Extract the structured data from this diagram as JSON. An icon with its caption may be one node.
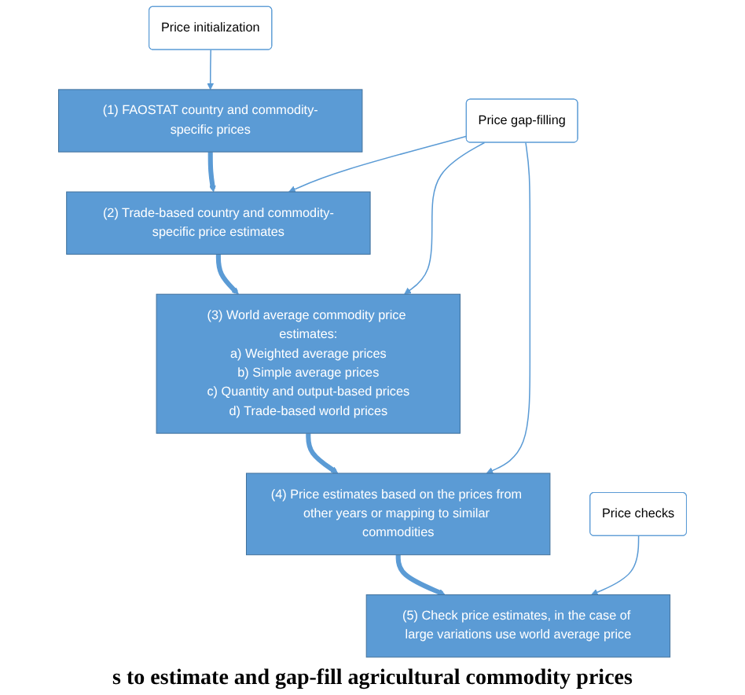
{
  "diagram": {
    "caption": "s to estimate and gap-fill agricultural commodity prices",
    "nodes": [
      {
        "text": [
          "(1) FAOSTAT country and commodity-specific prices"
        ]
      },
      {
        "text": [
          "(2) Trade-based country and commodity-specific price estimates"
        ]
      },
      {
        "text": [
          "(3) World average commodity price estimates:",
          "a) Weighted average prices",
          "b) Simple average prices",
          "c) Quantity and output-based prices",
          "d) Trade-based world prices"
        ]
      },
      {
        "text": [
          "(4) Price estimates based on the prices from other years or mapping to similar commodities"
        ]
      },
      {
        "text": [
          "(5) Check price estimates, in the case of large variations use world average price"
        ]
      },
      {
        "text": [
          "Price initialization"
        ]
      },
      {
        "text": [
          "Price gap-filling"
        ]
      },
      {
        "text": [
          "Price checks"
        ]
      }
    ],
    "edges": [
      {
        "from": 0,
        "to": 1,
        "arrow": "to",
        "style": "thick"
      },
      {
        "from": 1,
        "to": 2,
        "arrow": "to",
        "style": "thick"
      },
      {
        "from": 2,
        "to": 3,
        "arrow": "to",
        "style": "thick"
      },
      {
        "from": 3,
        "to": 4,
        "arrow": "to",
        "style": "thick"
      },
      {
        "from": 5,
        "to": 0,
        "arrow": "to"
      },
      {
        "from": 6,
        "to": 1,
        "arrow": "to"
      },
      {
        "from": 6,
        "to": 2,
        "arrow": "to"
      },
      {
        "from": 6,
        "to": 3,
        "arrow": "to"
      },
      {
        "from": 7,
        "to": 4,
        "arrow": "to"
      }
    ]
  }
}
